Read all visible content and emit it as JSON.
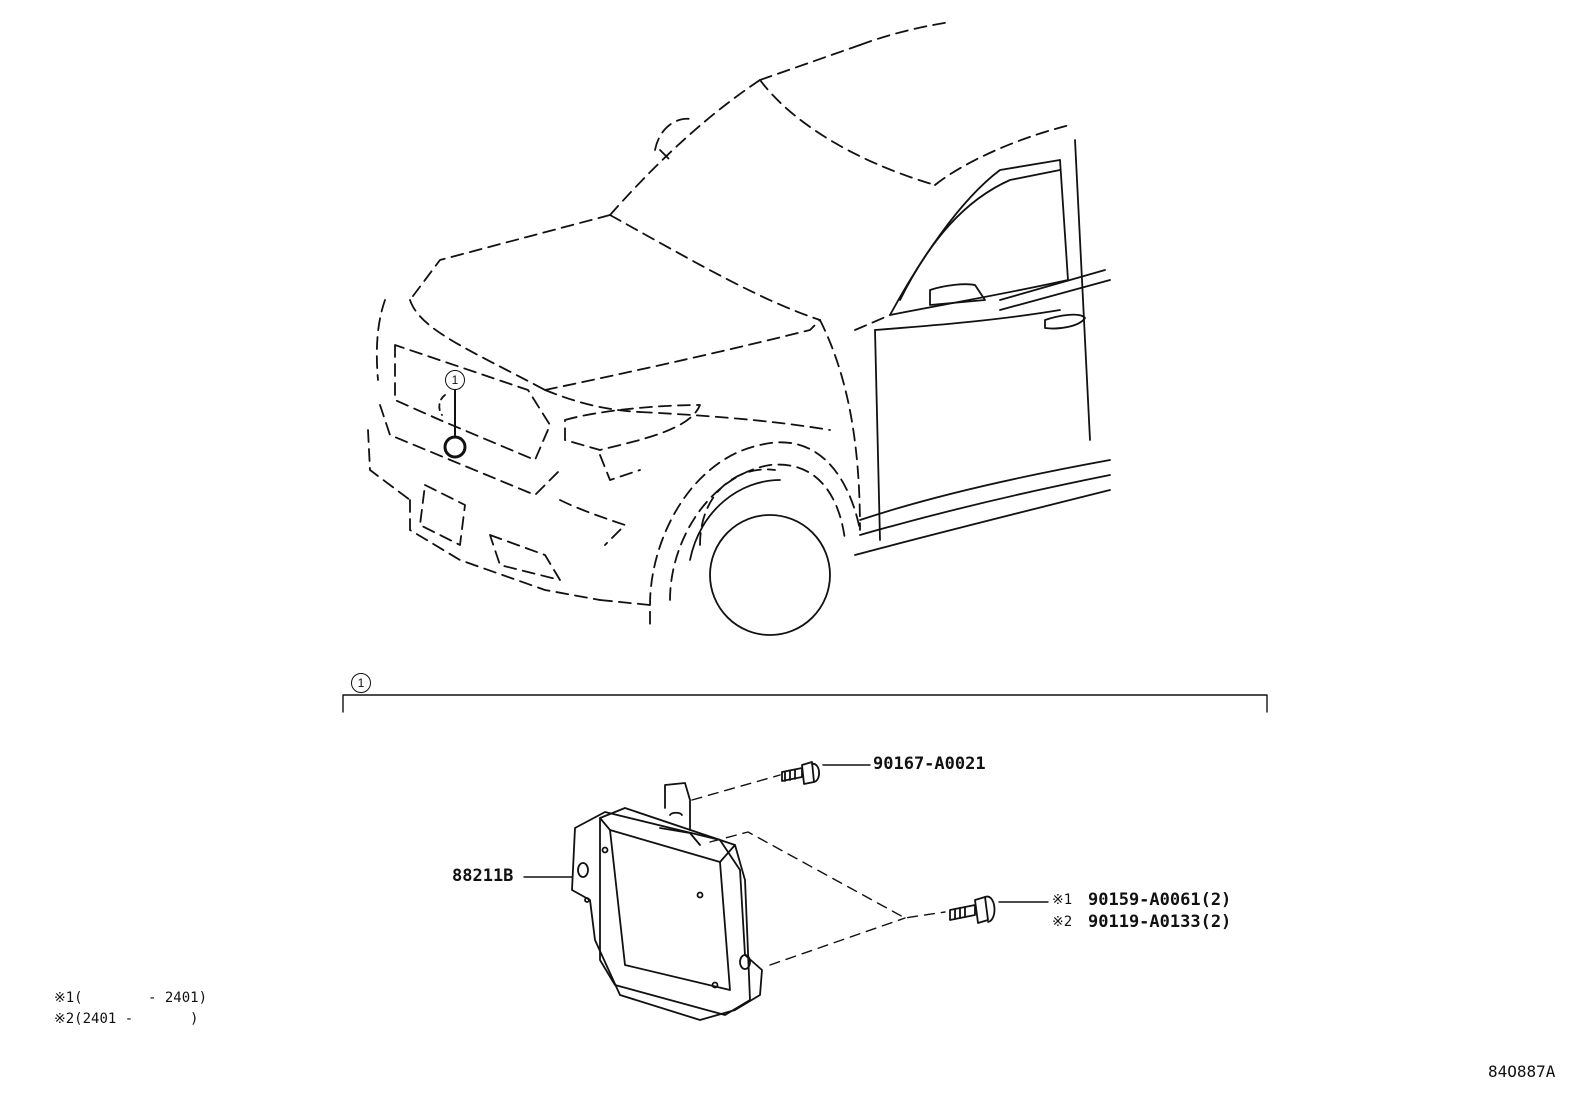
{
  "callouts": {
    "index_top": "1",
    "index_section": "1"
  },
  "parts": {
    "radar_sensor": "88211B",
    "bolt_small": "90167-A0021",
    "bolt_large_1": "90159-A0061(2)",
    "bolt_large_2": "90119-A0133(2)",
    "mark_1": "※1",
    "mark_2": "※2"
  },
  "notes": {
    "line1_mark": "※1(",
    "line1_range": "- 2401)",
    "line2_mark": "※2(2401 -",
    "line2_range": ")"
  },
  "figure_code": "84O887A"
}
